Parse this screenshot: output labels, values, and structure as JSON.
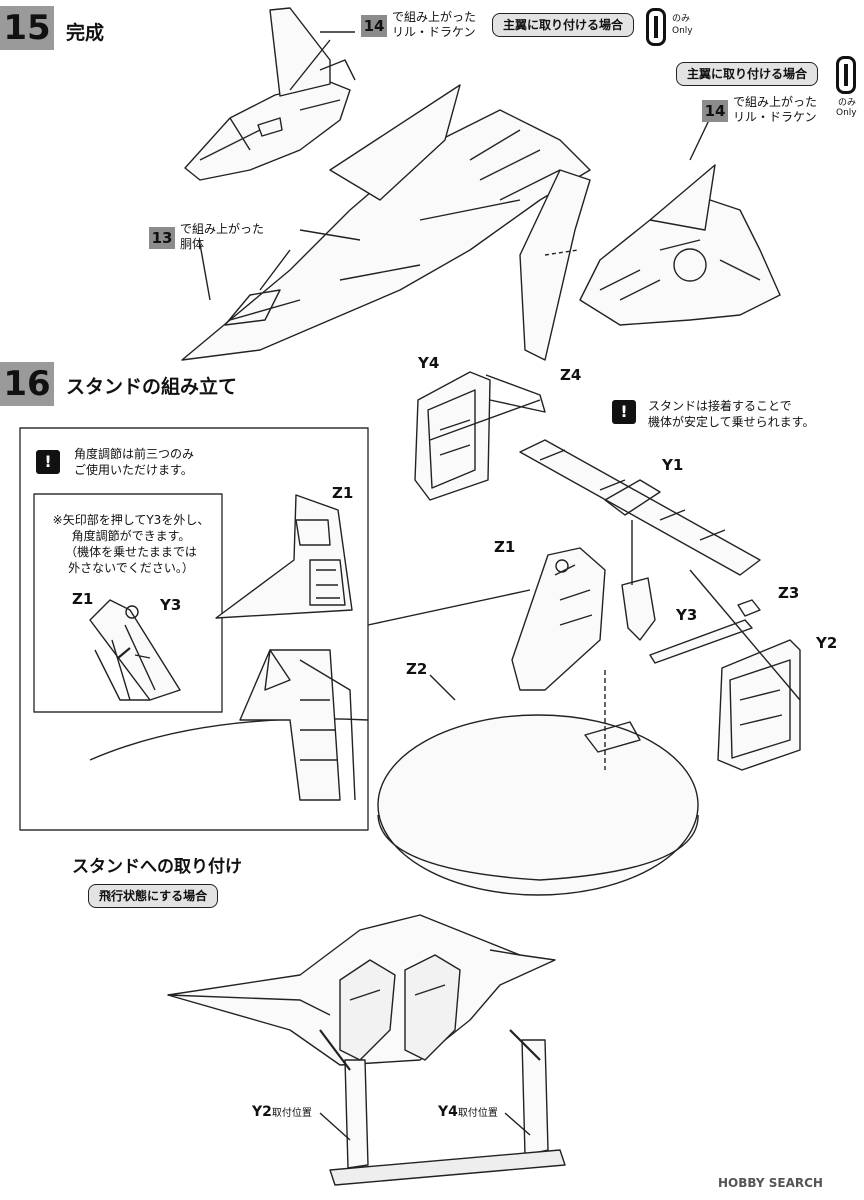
{
  "step15": {
    "number": "15",
    "title": "完成",
    "ref14_top": {
      "num": "14",
      "text": "で組み上がった\nリル・ドラケン"
    },
    "main_wing_pill_top": "主翼に取り付ける場合",
    "only_top": {
      "ja": "のみ",
      "en": "Only"
    },
    "main_wing_pill_right": "主翼に取り付ける場合",
    "only_right": {
      "ja": "のみ",
      "en": "Only"
    },
    "ref14_right": {
      "num": "14",
      "text": "で組み上がった\nリル・ドラケン"
    },
    "ref13": {
      "num": "13",
      "text": "で組み上がった\n胴体"
    }
  },
  "step16": {
    "number": "16",
    "title": "スタンドの組み立て",
    "note_stand": "スタンドは接着することで\n機体が安定して乗せられます。",
    "note_angle": "角度調節は前三つのみ\nご使用いただけます。",
    "note_arrow": "※矢印部を押してY3を外し、\n角度調節ができます。\n（機体を乗せたままでは\n外さないでください。）",
    "labels": {
      "y4": "Y4",
      "z4": "Z4",
      "y1": "Y1",
      "z1_main": "Z1",
      "y3_main": "Y3",
      "z3": "Z3",
      "y2": "Y2",
      "z2": "Z2",
      "z1_inset": "Z1",
      "z1_detail": "Z1",
      "y3_detail": "Y3"
    }
  },
  "mount": {
    "title": "スタンドへの取り付け",
    "flight_pill": "飛行状態にする場合",
    "y2_pos": {
      "code": "Y2",
      "text": "取付位置"
    },
    "y4_pos": {
      "code": "Y4",
      "text": "取付位置"
    }
  },
  "watermark": "HOBBY SEARCH"
}
